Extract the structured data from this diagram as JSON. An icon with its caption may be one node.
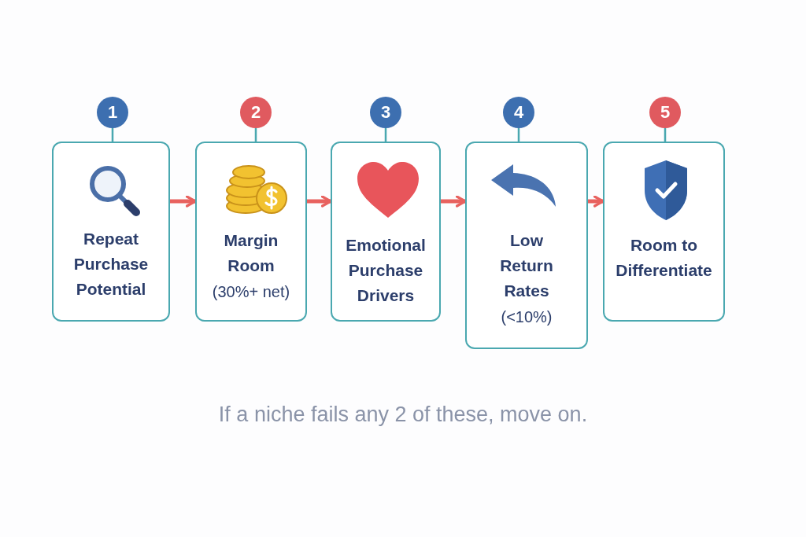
{
  "diagram": {
    "caption": "If a niche fails any 2 of these, move on.",
    "nodes": [
      {
        "text": [
          "1"
        ]
      },
      {
        "text": [
          "2"
        ]
      },
      {
        "text": [
          "3"
        ]
      },
      {
        "text": [
          "4"
        ]
      },
      {
        "text": [
          "5"
        ]
      },
      {
        "text": [
          "Repeat Purchase Potential"
        ]
      },
      {
        "text": [
          "Margin Room",
          "(30%+ net)"
        ]
      },
      {
        "text": [
          "Emotional Purchase Drivers"
        ]
      },
      {
        "text": [
          "Low Return Rates",
          "(<10%)"
        ]
      },
      {
        "text": [
          "Room to Differentiate"
        ]
      }
    ],
    "edges": [
      {
        "from": 0,
        "to": 5,
        "arrow": "none"
      },
      {
        "from": 1,
        "to": 6,
        "arrow": "none"
      },
      {
        "from": 2,
        "to": 7,
        "arrow": "none"
      },
      {
        "from": 3,
        "to": 8,
        "arrow": "none"
      },
      {
        "from": 4,
        "to": 9,
        "arrow": "none"
      },
      {
        "from": 5,
        "to": 6,
        "arrow": "to",
        "style": "thick",
        "color": "#e8625f"
      },
      {
        "from": 6,
        "to": 7,
        "arrow": "to",
        "style": "thick",
        "color": "#e8625f"
      },
      {
        "from": 7,
        "to": 8,
        "arrow": "to",
        "style": "thick",
        "color": "#e8625f"
      },
      {
        "from": 8,
        "to": 9,
        "arrow": "to",
        "style": "thick",
        "color": "#e8625f"
      }
    ]
  }
}
